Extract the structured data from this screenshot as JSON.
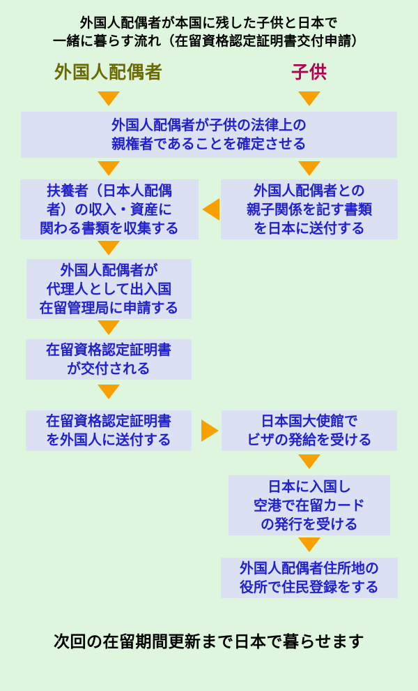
{
  "title": "外国人配偶者が本国に残した子供と日本で\n一緒に暮らす流れ（在留資格認定証明書交付申請）",
  "columns": {
    "left_header": "外国人配偶者",
    "right_header": "子供"
  },
  "boxes": {
    "custody": "外国人配偶者が子供の法律上の\n親権者であることを確定させる",
    "collect_docs": "扶養者（日本人配偶\n者）の収入・資産に\n関わる書類を収集する",
    "send_docs": "外国人配偶者との\n親子関係を記す書類\nを日本に送付する",
    "apply_immigration": "外国人配偶者が\n代理人として出入国\n在留管理局に申請する",
    "coe_issued": "在留資格認定証明書\nが交付される",
    "send_coe": "在留資格認定証明書\nを外国人に送付する",
    "visa_embassy": "日本国大使館で\nビザの発給を受ける",
    "enter_japan": "日本に入国し\n空港で在留カード\nの発行を受ける",
    "resident_register": "外国人配偶者住所地の\n役所で住民登録をする"
  },
  "footer": "次回の在留期間更新まで日本で暮らせます",
  "colors": {
    "background": "#def5de",
    "box_bg": "#dbe1f3",
    "box_text": "#2222cc",
    "arrow": "#f8a000",
    "left_header_color": "#6b6a00",
    "right_header_color": "#b00050"
  }
}
